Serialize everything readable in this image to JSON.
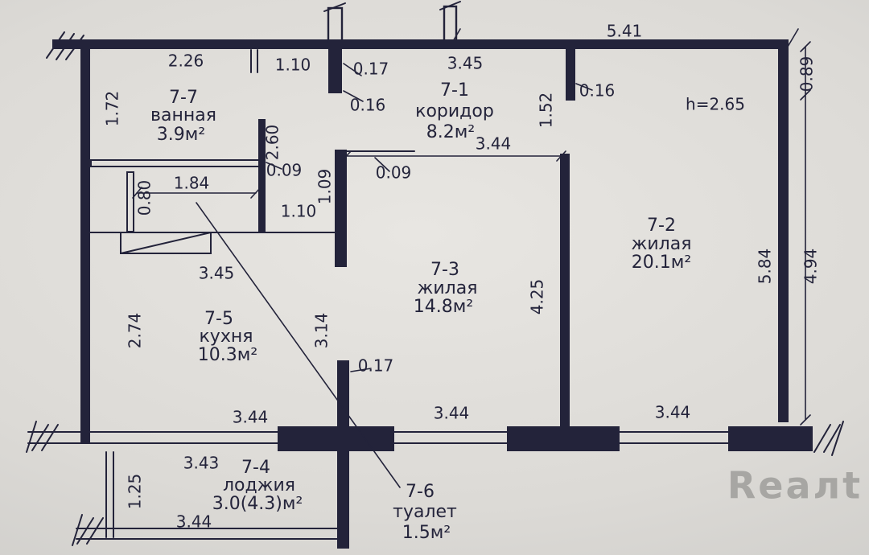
{
  "watermark": "Reaлt",
  "height_note": "h=2.65",
  "rooms": [
    {
      "id": "7-7",
      "name": "ванная",
      "area": "3.9м²"
    },
    {
      "id": "7-1",
      "name": "коридор",
      "area": "8.2м²"
    },
    {
      "id": "7-2",
      "name": "жилая",
      "area": "20.1м²"
    },
    {
      "id": "7-3",
      "name": "жилая",
      "area": "14.8м²"
    },
    {
      "id": "7-5",
      "name": "кухня",
      "area": "10.3м²"
    },
    {
      "id": "7-4",
      "name": "лоджия",
      "area": "3.0(4.3)м²"
    },
    {
      "id": "7-6",
      "name": "туалет",
      "area": "1.5м²"
    }
  ],
  "dims_h": [
    "2.26",
    "1.10",
    "0.17",
    "3.45",
    "5.41",
    "0.16",
    "0.16",
    "3.44",
    "0.09",
    "1.84",
    "0.09",
    "1.10",
    "3.45",
    "0.17",
    "3.44",
    "3.44",
    "3.44",
    "3.43",
    "3.44"
  ],
  "dims_v": [
    "1.72",
    "2.60",
    "0.80",
    "1.09",
    "1.52",
    "0.89",
    "5.84",
    "4.94",
    "4.25",
    "2.74",
    "3.14",
    "1.25"
  ],
  "colors": {
    "ink": "#23233a",
    "paper": "#dcdad6",
    "watermark_gray": "#a7a6a3"
  }
}
